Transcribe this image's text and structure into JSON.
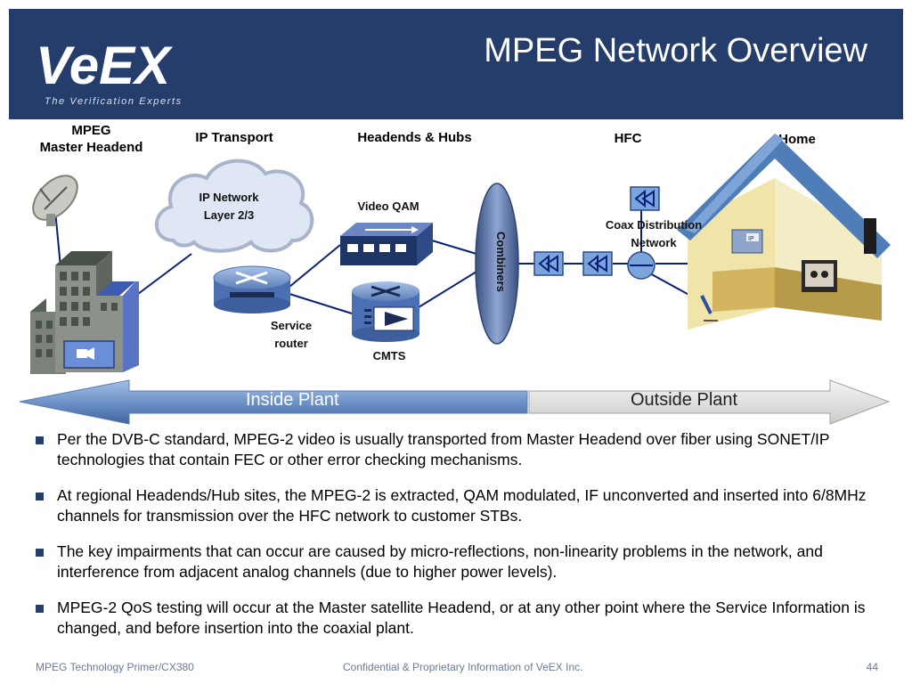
{
  "header": {
    "title": "MPEG Network Overview",
    "logo_text": "VeEX",
    "tagline": "The Verification Experts"
  },
  "columns": {
    "master_headend": "MPEG\nMaster Headend",
    "ip_transport": "IP Transport",
    "headends_hubs": "Headends & Hubs",
    "hfc": "HFC",
    "home": "Home"
  },
  "diagram": {
    "ip_network": "IP Network\nLayer 2/3",
    "video_qam": "Video QAM",
    "service_router": "Service\nrouter",
    "cmts": "CMTS",
    "combiners": "Combiners",
    "coax_network": "Coax Distribution\nNetwork",
    "phone_badge": "IP"
  },
  "plant": {
    "inside": "Inside Plant",
    "outside": "Outside Plant"
  },
  "bullets": [
    "Per the DVB-C standard, MPEG-2 video is usually transported from Master Headend over fiber using SONET/IP technologies that contain FEC or other error checking mechanisms.",
    "At regional Headends/Hub sites, the MPEG-2 is extracted, QAM modulated, IF unconverted and inserted into 6/8MHz channels for transmission over the HFC network to customer STBs.",
    "The key impairments that can occur are caused by micro-reflections, non-linearity problems in the network, and interference from adjacent analog channels (due to higher power levels).",
    "MPEG-2 QoS testing will occur at the Master satellite Headend, or at any other point where the Service Information is changed, and before insertion into the coaxial plant."
  ],
  "footer": {
    "left": "MPEG Technology Primer/CX380",
    "center": "Confidential & Proprietary Information of VeEX Inc.",
    "page": "44"
  },
  "colors": {
    "header_bg": "#243d6b",
    "link_line": "#0a1f7a",
    "inside_plant": "#6e93c9",
    "outside_plant": "#e2e4e2"
  }
}
